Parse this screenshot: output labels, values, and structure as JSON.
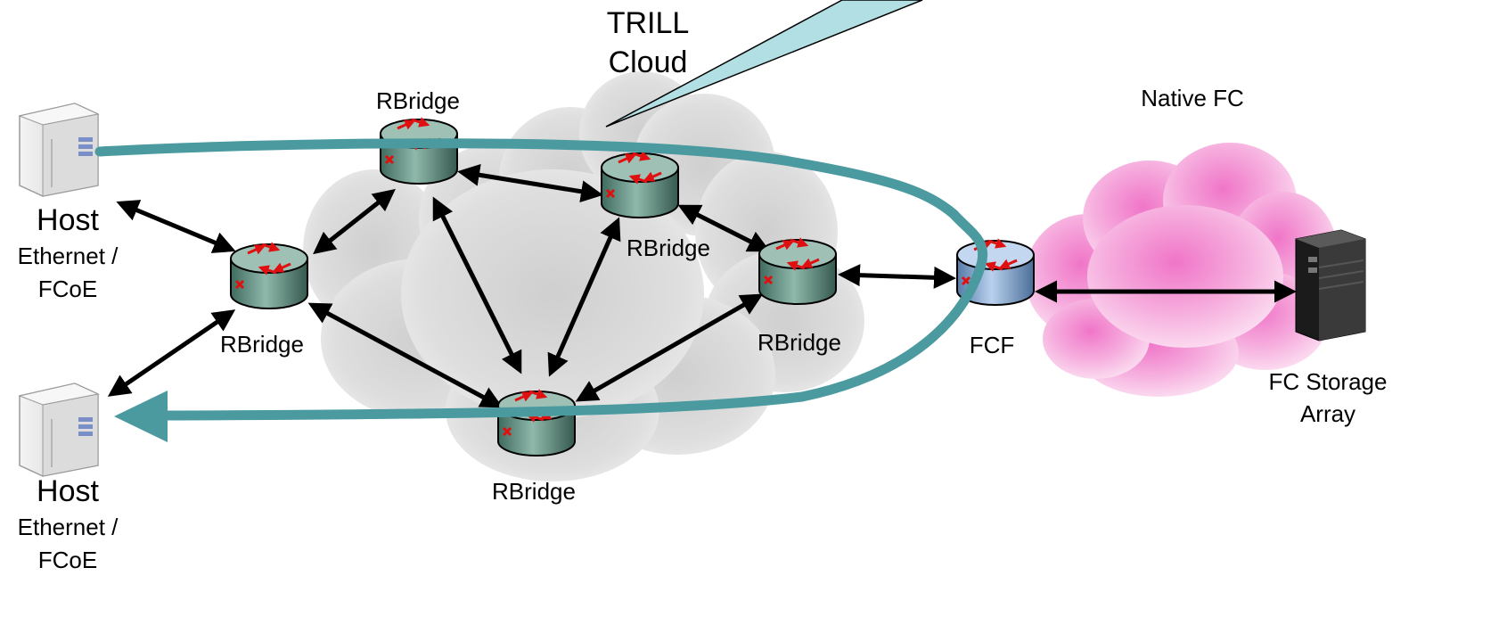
{
  "diagram": {
    "trill_cloud_label": [
      "TRILL",
      "Cloud"
    ],
    "native_fc_label": "Native FC",
    "hosts": [
      {
        "title": "Host",
        "subtitle": [
          "Ethernet /",
          "FCoE"
        ]
      },
      {
        "title": "Host",
        "subtitle": [
          "Ethernet /",
          "FCoE"
        ]
      }
    ],
    "rbridge_labels": [
      "RBridge",
      "RBridge",
      "RBridge",
      "RBridge",
      "RBridge"
    ],
    "fcf_label": "FCF",
    "storage_label": [
      "FC Storage",
      "Array"
    ],
    "colors": {
      "path": "#4a9aa0",
      "callout": "#b2dfe3",
      "rbridge": "#6f9c8e",
      "fcf": "#8fb0d6",
      "cloud_gray": "#d9d9d9",
      "cloud_pink": "#f4a6d7"
    },
    "icons": [
      "server-icon",
      "router-icon",
      "storage-array-icon",
      "cloud-icon"
    ]
  }
}
